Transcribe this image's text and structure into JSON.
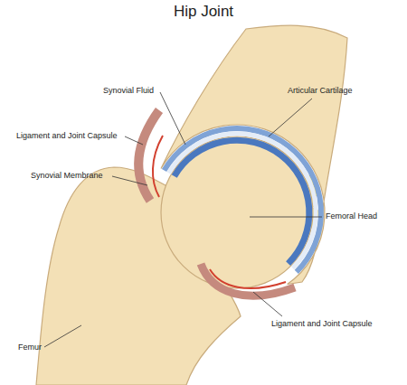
{
  "diagram": {
    "title": "Hip Joint",
    "labels": [
      "Synovial Fluid",
      "Articular Cartilage",
      "Ligament and Joint Capsule",
      "Synovial Membrane",
      "Femoral Head",
      "Femur",
      "Ligament and Joint Capsule"
    ]
  }
}
